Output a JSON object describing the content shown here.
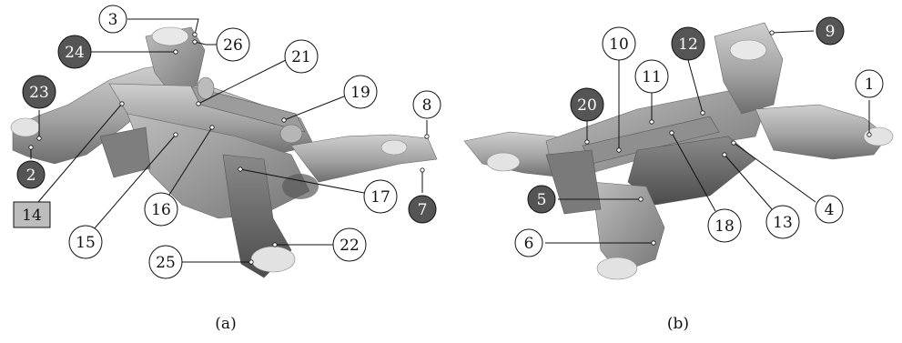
{
  "figure": {
    "panels": [
      {
        "id": "a",
        "caption": "(a)",
        "callouts": [
          {
            "label": "3",
            "style": "white"
          },
          {
            "label": "24",
            "style": "dark"
          },
          {
            "label": "26",
            "style": "white"
          },
          {
            "label": "21",
            "style": "white"
          },
          {
            "label": "23",
            "style": "dark"
          },
          {
            "label": "19",
            "style": "white"
          },
          {
            "label": "8",
            "style": "white"
          },
          {
            "label": "2",
            "style": "dark"
          },
          {
            "label": "14",
            "style": "gray-box"
          },
          {
            "label": "15",
            "style": "white"
          },
          {
            "label": "16",
            "style": "white"
          },
          {
            "label": "17",
            "style": "white"
          },
          {
            "label": "7",
            "style": "dark"
          },
          {
            "label": "22",
            "style": "white"
          },
          {
            "label": "25",
            "style": "white"
          }
        ]
      },
      {
        "id": "b",
        "caption": "(b)",
        "callouts": [
          {
            "label": "10",
            "style": "white"
          },
          {
            "label": "12",
            "style": "dark"
          },
          {
            "label": "9",
            "style": "dark"
          },
          {
            "label": "11",
            "style": "white"
          },
          {
            "label": "1",
            "style": "white"
          },
          {
            "label": "20",
            "style": "dark"
          },
          {
            "label": "5",
            "style": "dark"
          },
          {
            "label": "18",
            "style": "white"
          },
          {
            "label": "13",
            "style": "white"
          },
          {
            "label": "4",
            "style": "white"
          },
          {
            "label": "6",
            "style": "white"
          }
        ]
      }
    ],
    "colors": {
      "metal_light": "#c4c4c4",
      "metal_mid": "#9a9a9a",
      "metal_dark": "#6a6a6a",
      "metal_shadow": "#4a4a4a",
      "bushing": "#e6e6e6",
      "callout_dark": "#555555",
      "callout_box": "#bdbdbd",
      "leader": "#111111"
    }
  }
}
